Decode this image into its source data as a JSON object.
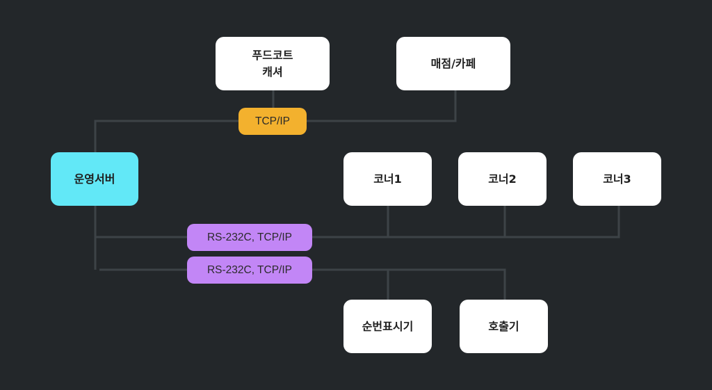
{
  "diagram": {
    "background_color": "#23272a",
    "line_color": "#3d4347",
    "nodes": {
      "foodcourt_cashier": {
        "label": "푸드코트\n캐셔"
      },
      "store_cafe": {
        "label": "매점/카페"
      },
      "server": {
        "label": "운영서버",
        "color": "#62e8f7"
      },
      "corner1": {
        "label": "코너1"
      },
      "corner2": {
        "label": "코너2"
      },
      "corner3": {
        "label": "코너3"
      },
      "order_display": {
        "label": "순번표시기"
      },
      "pager": {
        "label": "호출기"
      }
    },
    "connections": {
      "tcp": {
        "label": "TCP/IP",
        "color": "#f3b12e"
      },
      "rs_corners": {
        "label": "RS-232C, TCP/IP",
        "color": "#c286f6"
      },
      "rs_devices": {
        "label": "RS-232C, TCP/IP",
        "color": "#c286f6"
      }
    }
  }
}
